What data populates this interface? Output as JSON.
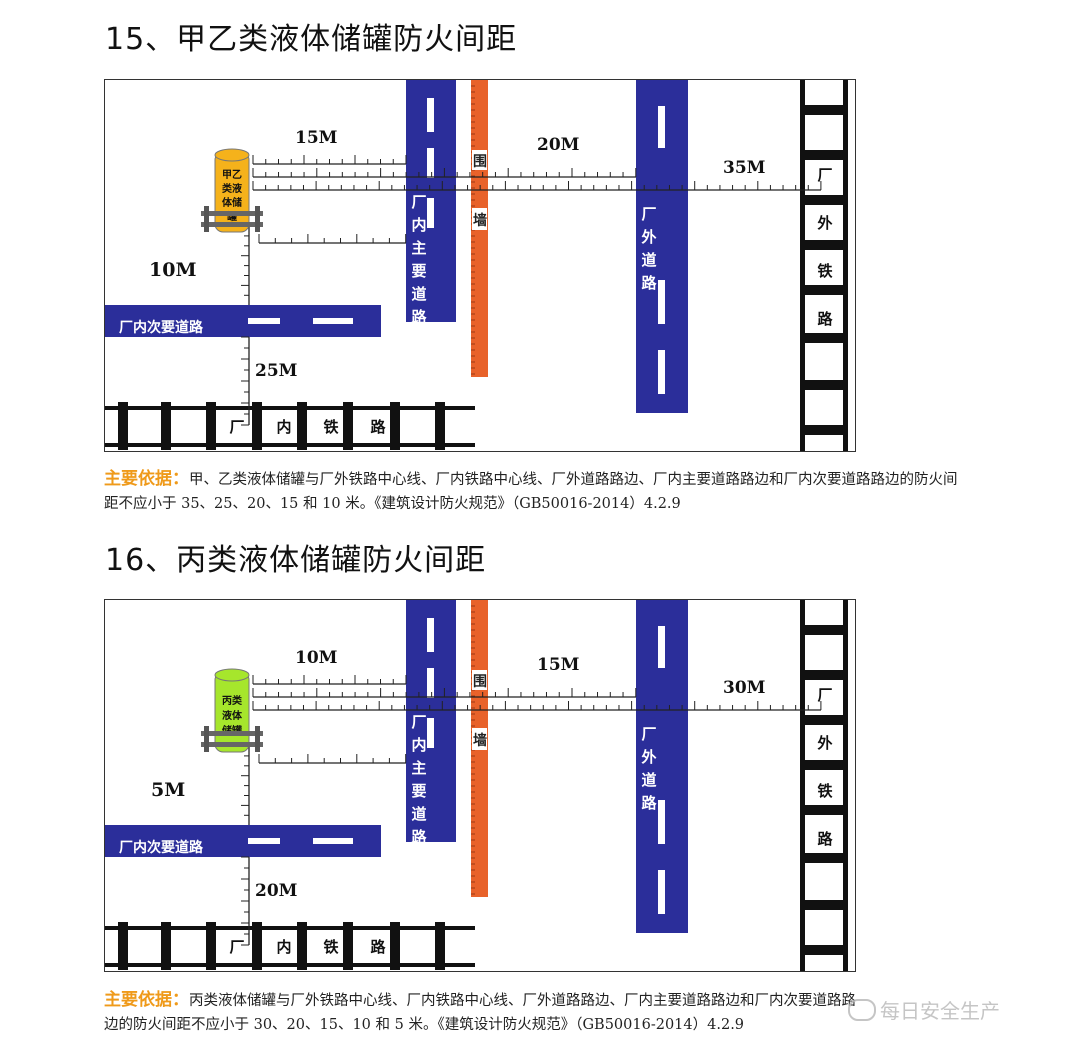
{
  "sections": [
    {
      "title": "15、甲乙类液体储罐防火间距",
      "tank_label": [
        "甲乙",
        "类液",
        "体储",
        "罐"
      ],
      "tank_color": "#f5b21b",
      "d_inner_main_road": "15M",
      "d_fence": "20M",
      "d_outer_rail": "35M",
      "d_secondary_road": "10M",
      "d_inner_rail": "25M",
      "basis_lead": "主要依据：",
      "basis_text": "甲、乙类液体储罐与厂外铁路中心线、厂内铁路中心线、厂外道路路边、厂内主要道路路边和厂内次要道路路边的防火间距不应小于 35、25、20、15 和 10 米。《建筑设计防火规范》（GB50016-2014）4.2.9"
    },
    {
      "title": "16、丙类液体储罐防火间距",
      "tank_label": [
        "丙类",
        "液体",
        "储罐"
      ],
      "tank_color": "#a6e62c",
      "d_inner_main_road": "10M",
      "d_fence": "15M",
      "d_outer_rail": "30M",
      "d_secondary_road": "5M",
      "d_inner_rail": "20M",
      "basis_lead": "主要依据：",
      "basis_text": "丙类液体储罐与厂外铁路中心线、厂内铁路中心线、厂外道路路边、厂内主要道路路边和厂内次要道路路边的防火间距不应小于 30、20、15、10 和 5 米。《建筑设计防火规范》（GB50016-2014）4.2.9"
    }
  ],
  "labels": {
    "inner_main_road": [
      "厂",
      "内",
      "主",
      "要",
      "道",
      "路"
    ],
    "fence": [
      "围",
      "墙"
    ],
    "outer_road": [
      "厂",
      "外",
      "道",
      "路"
    ],
    "outer_rail": [
      "厂",
      "外",
      "铁",
      "路"
    ],
    "inner_secondary_road": "厂内次要道路",
    "inner_rail": [
      "厂",
      "内",
      "铁",
      "路"
    ]
  },
  "colors": {
    "road": "#2b2e9a",
    "fence": "#e8622a",
    "accent": "#ef9a1a"
  },
  "watermark": "每日安全生产"
}
